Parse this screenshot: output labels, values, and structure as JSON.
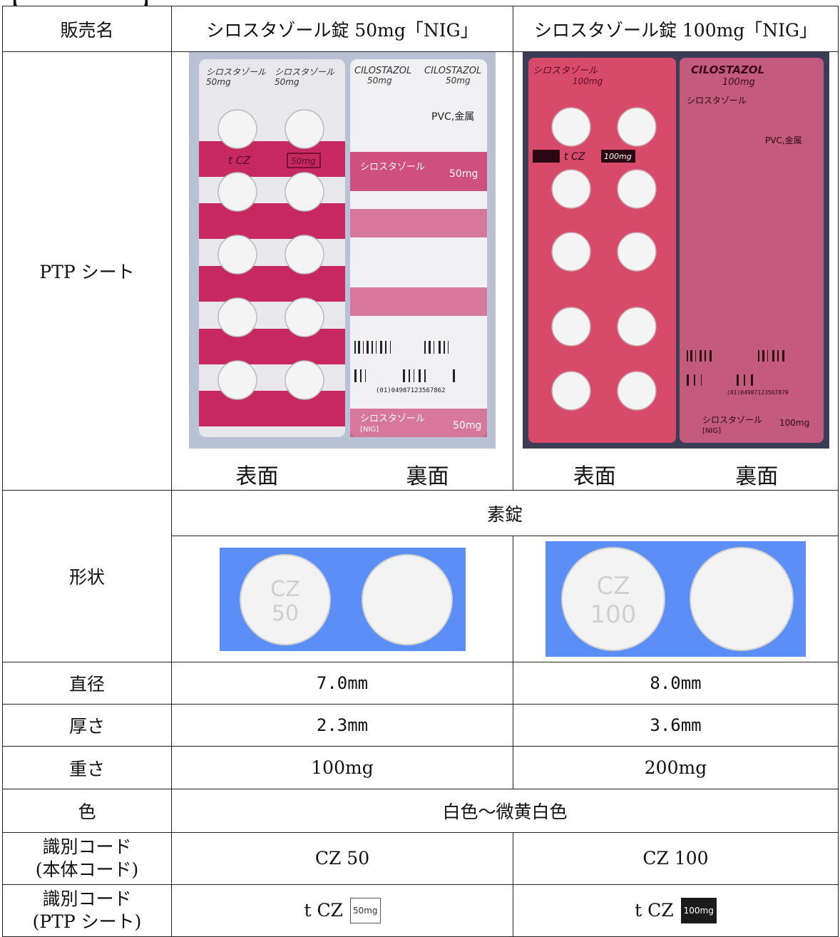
{
  "header": {
    "label": "販売名",
    "product1": "シロスタゾール錠 50mg「NIG」",
    "product2": "シロスタゾール錠 100mg「NIG」"
  },
  "ptp": {
    "label": "PTP シート",
    "p1": {
      "front": "表面",
      "back": "裏面",
      "front_top": "シロスタゾール",
      "front_dose": "50mg",
      "front_code": "t CZ",
      "back_brand": "CILOSTAZOL",
      "back_dose": "50mg",
      "back_pvc": "PVC,金属",
      "back_name": "シロスタゾール",
      "back_nig": "[NIG]",
      "barcode_text": "(01)04987123567862"
    },
    "p2": {
      "front": "表面",
      "back": "裏面",
      "front_top": "シロスタゾール",
      "front_dose": "100mg",
      "front_code": "t CZ",
      "back_brand": "CILOSTAZOL",
      "back_dose": "100mg",
      "back_pvc": "PVC,金属",
      "back_name": "シロスタゾール",
      "back_nig": "[NIG]",
      "barcode_text": "(01)04987123567879"
    }
  },
  "shape": {
    "label": "形状",
    "kind": "素錠",
    "p1": {
      "imprint_top": "CZ",
      "imprint_bottom": "50"
    },
    "p2": {
      "imprint_top": "CZ",
      "imprint_bottom": "100"
    }
  },
  "rows": {
    "diameter": {
      "label": "直径",
      "p1": "7.0mm",
      "p2": "8.0mm"
    },
    "thickness": {
      "label": "厚さ",
      "p1": "2.3mm",
      "p2": "3.6mm"
    },
    "weight": {
      "label": "重さ",
      "p1": "100mg",
      "p2": "200mg"
    },
    "color": {
      "label": "色",
      "value": "白色～微黄白色"
    },
    "code_body": {
      "label1": "識別コード",
      "label2": "(本体コード)",
      "p1": "CZ 50",
      "p2": "CZ 100"
    },
    "code_ptp": {
      "label1": "識別コード",
      "label2": "(PTP シート)",
      "p1": "t CZ",
      "p1_box": "50mg",
      "p2": "t CZ",
      "p2_box": "100mg"
    }
  },
  "colors": {
    "sheet1_stripe": "#c7285f",
    "sheet2_base": "#d84a6a",
    "photo_bg": "#5b8ef6",
    "blister_bg": "#b9c2d4"
  }
}
